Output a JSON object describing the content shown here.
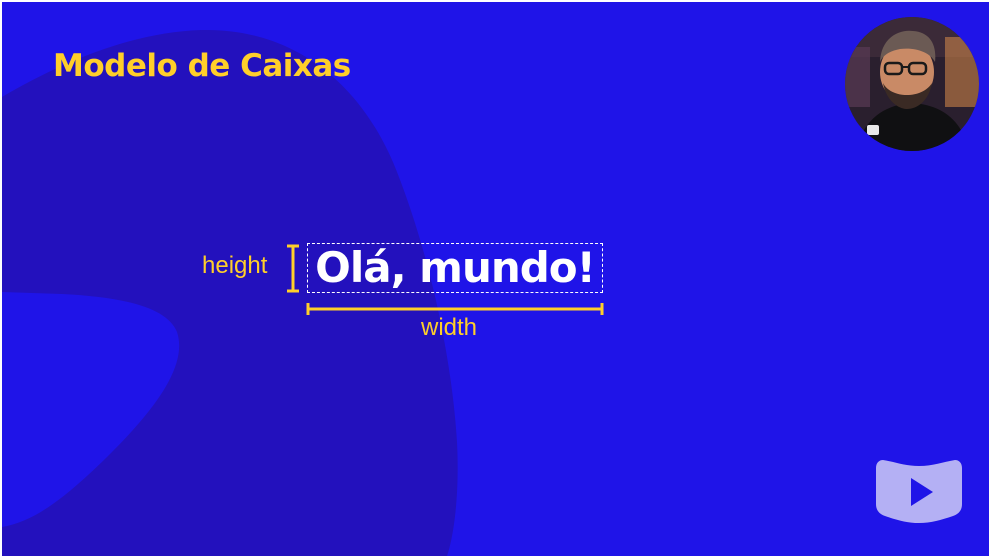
{
  "slide": {
    "title": "Modelo de Caixas",
    "demo_text": "Olá, mundo!",
    "height_label": "height",
    "width_label": "width"
  },
  "colors": {
    "background": "#1f14e8",
    "blob": "#2311bd",
    "accent": "#ffcf2a",
    "text": "#ffffff"
  },
  "icons": {
    "presenter": "presenter-avatar",
    "logo": "play-logo-icon"
  }
}
